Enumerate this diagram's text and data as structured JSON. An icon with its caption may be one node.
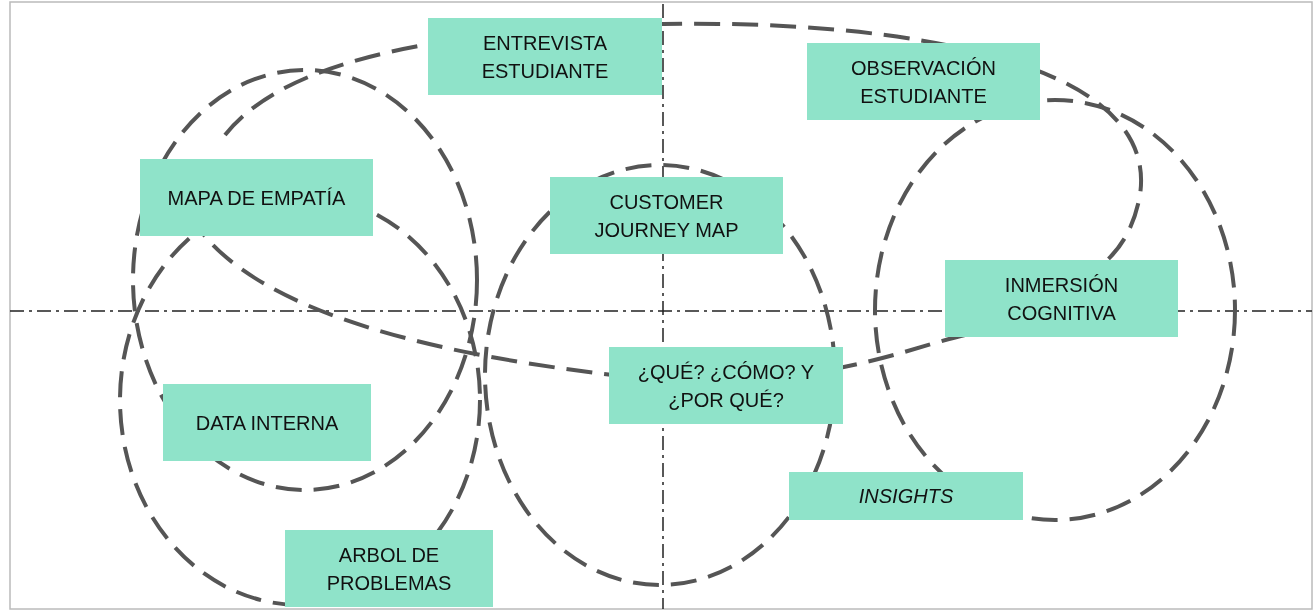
{
  "diagram": {
    "nodes": [
      {
        "text": [
          "ENTREVISTA ESTUDIANTE"
        ]
      },
      {
        "text": [
          "OBSERVACIÓN ESTUDIANTE"
        ]
      },
      {
        "text": [
          "MAPA DE EMPATÍA"
        ]
      },
      {
        "text": [
          "CUSTOMER JOURNEY MAP"
        ]
      },
      {
        "text": [
          "INMERSIÓN COGNITIVA"
        ]
      },
      {
        "text": [
          "¿QUÉ? ¿CÓMO? Y ¿POR QUÉ?"
        ]
      },
      {
        "text": [
          "DATA INTERNA"
        ]
      },
      {
        "text": [
          "INSIGHTS"
        ]
      },
      {
        "text": [
          "ARBOL DE PROBLEMAS"
        ]
      }
    ]
  }
}
